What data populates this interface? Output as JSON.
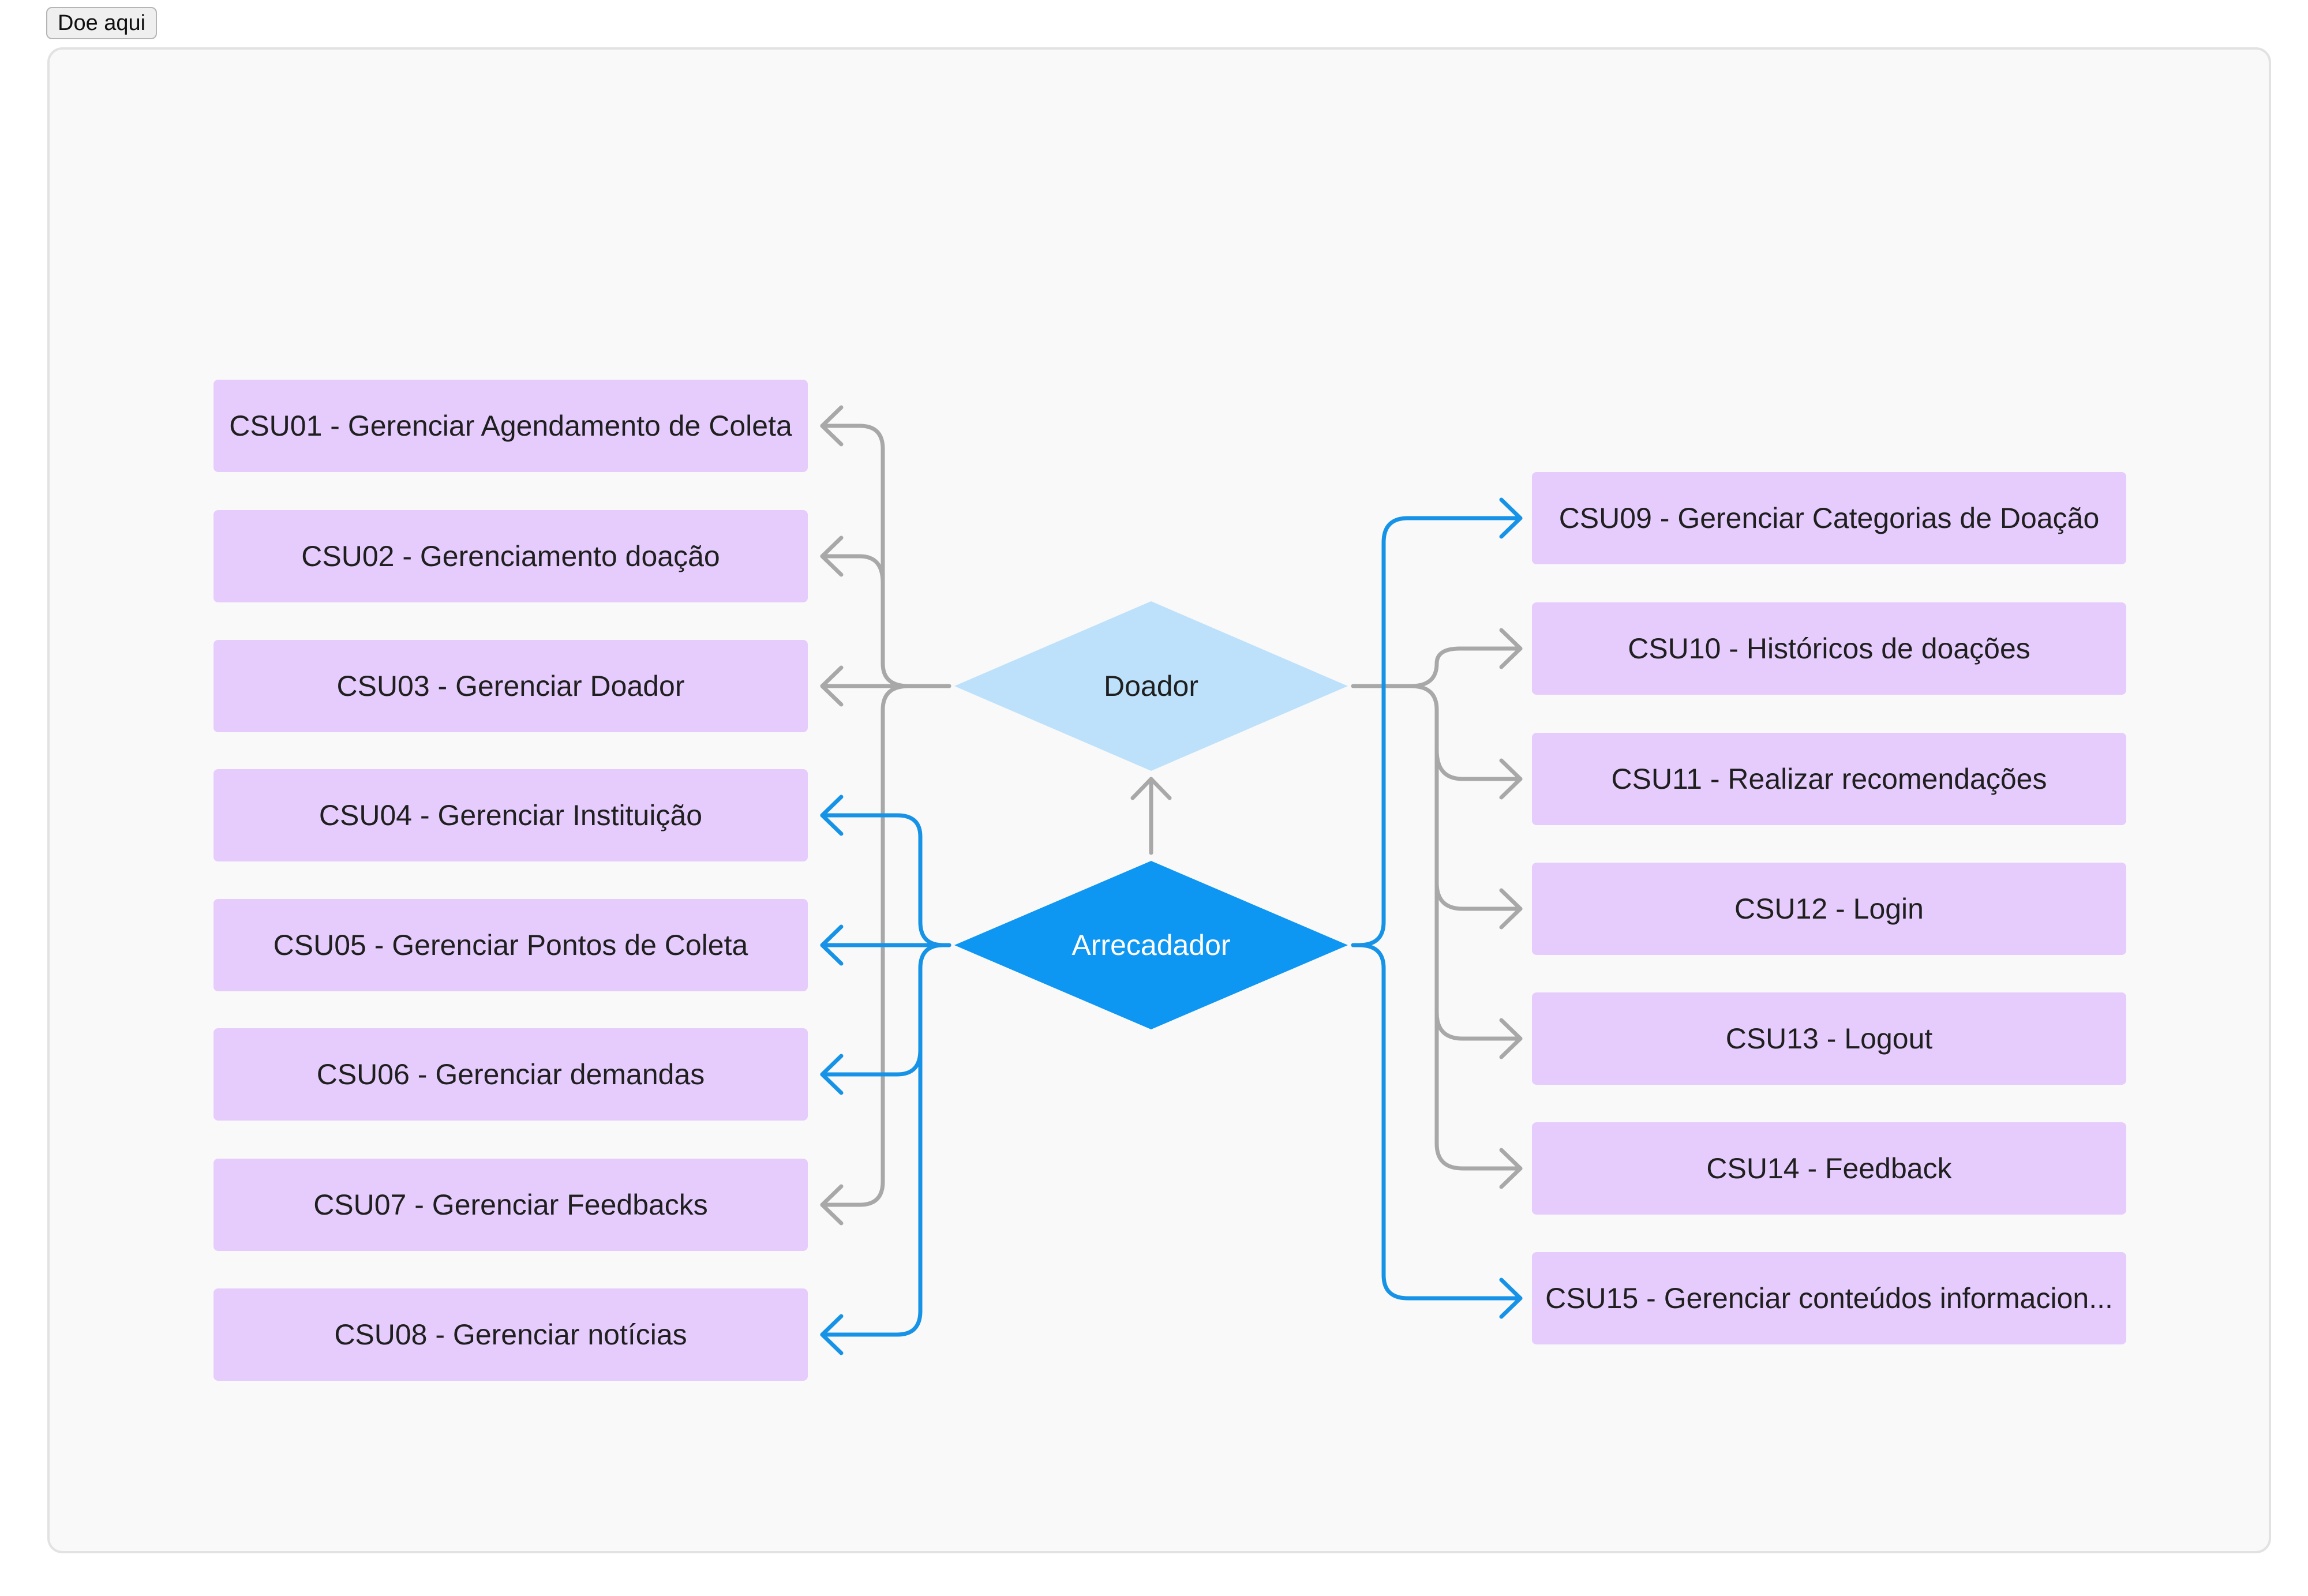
{
  "toolbar": {
    "donate_label": "Doe aqui"
  },
  "diagram": {
    "actors": {
      "doador": "Doador",
      "arrecadador": "Arrecadador"
    },
    "use_cases_left": [
      "CSU01 - Gerenciar Agendamento de Coleta",
      "CSU02 - Gerenciamento doação",
      "CSU03 - Gerenciar Doador",
      "CSU04 - Gerenciar Instituição",
      "CSU05 - Gerenciar Pontos de Coleta",
      "CSU06 - Gerenciar demandas",
      "CSU07 - Gerenciar Feedbacks",
      "CSU08 - Gerenciar notícias"
    ],
    "use_cases_right": [
      "CSU09 - Gerenciar Categorias de Doação",
      "CSU10 - Históricos de doações",
      "CSU11 - Realizar recomendações",
      "CSU12 - Login",
      "CSU13 - Logout",
      "CSU14 - Feedback",
      "CSU15 - Gerenciar conteúdos informacion..."
    ],
    "colors": {
      "box_fill": "#e5ccfc",
      "doador_fill": "#bde1fb",
      "arrecadador_fill": "#0d96f2",
      "gray_line": "#a8a8a8",
      "blue_line": "#1693e6"
    }
  }
}
